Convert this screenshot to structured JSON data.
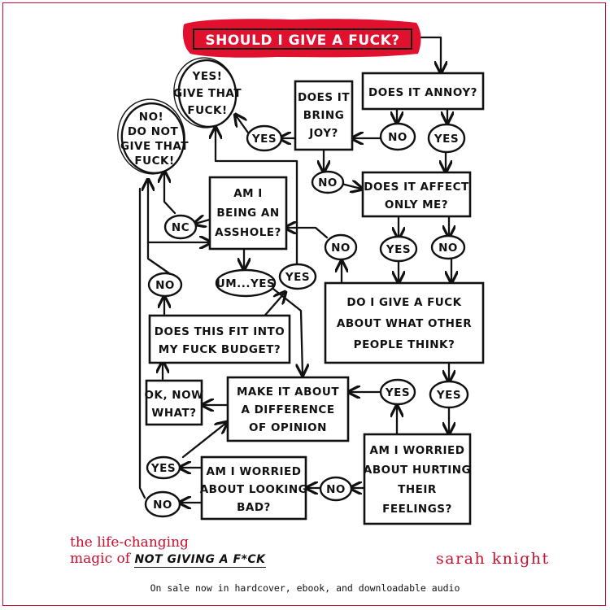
{
  "diagram": {
    "title": "SHOULD I GIVE A FUCK?",
    "nodes": {
      "annoy": [
        "DOES IT ANNOY?"
      ],
      "joy": [
        "DOES IT",
        "BRING",
        "JOY?"
      ],
      "yes_give": [
        "YES!",
        "GIVE THAT",
        "FUCK!"
      ],
      "no_give": [
        "NO!",
        "DO NOT",
        "GIVE THAT",
        "FUCK!"
      ],
      "affect": [
        "DOES IT AFFECT",
        "ONLY ME?"
      ],
      "asshole": [
        "AM I",
        "BEING AN",
        "ASSHOLE?"
      ],
      "think": [
        "DO I GIVE A FUCK",
        "ABOUT WHAT OTHER",
        "PEOPLE THINK?"
      ],
      "budget": [
        "DOES THIS FIT INTO",
        "MY FUCK BUDGET?"
      ],
      "difference": [
        "MAKE IT ABOUT",
        "A DIFFERENCE",
        "OF OPINION"
      ],
      "now_what": [
        "OK, NOW",
        "WHAT?"
      ],
      "hurting": [
        "AM I WORRIED",
        "ABOUT HURTING",
        "THEIR",
        "FEELINGS?"
      ],
      "looking_bad": [
        "AM I WORRIED",
        "ABOUT LOOKING",
        "BAD?"
      ]
    },
    "answers": {
      "annoy_no": "NO",
      "annoy_yes": "YES",
      "joy_yes": "YES",
      "joy_no": "NO",
      "affect_yes": "YES",
      "affect_no": "NO",
      "think_no": "NO",
      "asshole_no": "NC",
      "asshole_umyes": "UM...YES",
      "budget_yes": "YES",
      "budget_no": "NO",
      "think_yes": "YES",
      "hurting_yes": "YES",
      "hurting_no": "NO",
      "looking_yes": "YES",
      "looking_no": "NO"
    }
  },
  "footer": {
    "book_line1": "the life-changing",
    "book_line2_prefix": "magic of",
    "book_line2_caps": "NOT GIVING A F*CK",
    "author": "sarah knight",
    "tagline": "On sale now in hardcover, ebook, and downloadable audio"
  },
  "colors": {
    "accent": "#c8102e",
    "ink": "#111111",
    "background": "#ffffff"
  }
}
